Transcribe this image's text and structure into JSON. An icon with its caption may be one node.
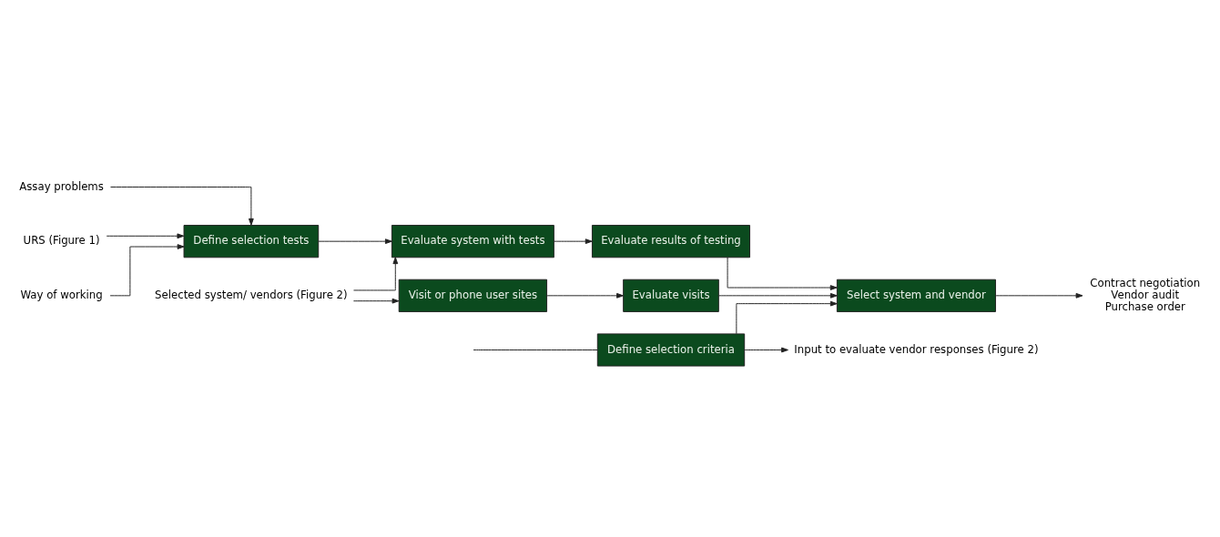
{
  "diagram": {
    "nodes": [
      {
        "text": [
          "Define selection criteria"
        ]
      },
      {
        "text": [
          "Assay problems"
        ]
      },
      {
        "text": [
          "URS (Figure 1)"
        ]
      },
      {
        "text": [
          "Way of working"
        ]
      },
      {
        "text": [
          "Define selection tests"
        ]
      },
      {
        "text": [
          "Selected system/ vendors (Figure 2)"
        ]
      },
      {
        "text": [
          "Evaluate system with tests"
        ]
      },
      {
        "text": [
          "Evaluate results of testing"
        ]
      },
      {
        "text": [
          "Visit or phone user sites"
        ]
      },
      {
        "text": [
          "Evaluate visits"
        ]
      },
      {
        "text": [
          "Select system and vendor"
        ]
      },
      {
        "text": [
          "Input to evaluate vendor responses (Figure 2)"
        ]
      },
      {
        "text": [
          "Contract negotiation",
          "Vendor audit",
          "Purchase order"
        ]
      }
    ],
    "edges": [
      {
        "from": null,
        "to": 0,
        "arrow": "none"
      },
      {
        "from": 0,
        "to": 11,
        "arrow": "to"
      },
      {
        "from": 0,
        "to": 10,
        "arrow": "to"
      },
      {
        "from": 1,
        "to": 4,
        "arrow": "to"
      },
      {
        "from": 2,
        "to": 4,
        "arrow": "to"
      },
      {
        "from": 3,
        "to": 4,
        "arrow": "to"
      },
      {
        "from": 4,
        "to": 6,
        "arrow": "to"
      },
      {
        "from": 5,
        "to": 6,
        "arrow": "to"
      },
      {
        "from": 5,
        "to": 8,
        "arrow": "to"
      },
      {
        "from": 6,
        "to": 7,
        "arrow": "to"
      },
      {
        "from": 7,
        "to": 10,
        "arrow": "to"
      },
      {
        "from": 8,
        "to": 9,
        "arrow": "to"
      },
      {
        "from": 9,
        "to": 10,
        "arrow": "to"
      },
      {
        "from": 10,
        "to": 12,
        "arrow": "to"
      }
    ]
  }
}
